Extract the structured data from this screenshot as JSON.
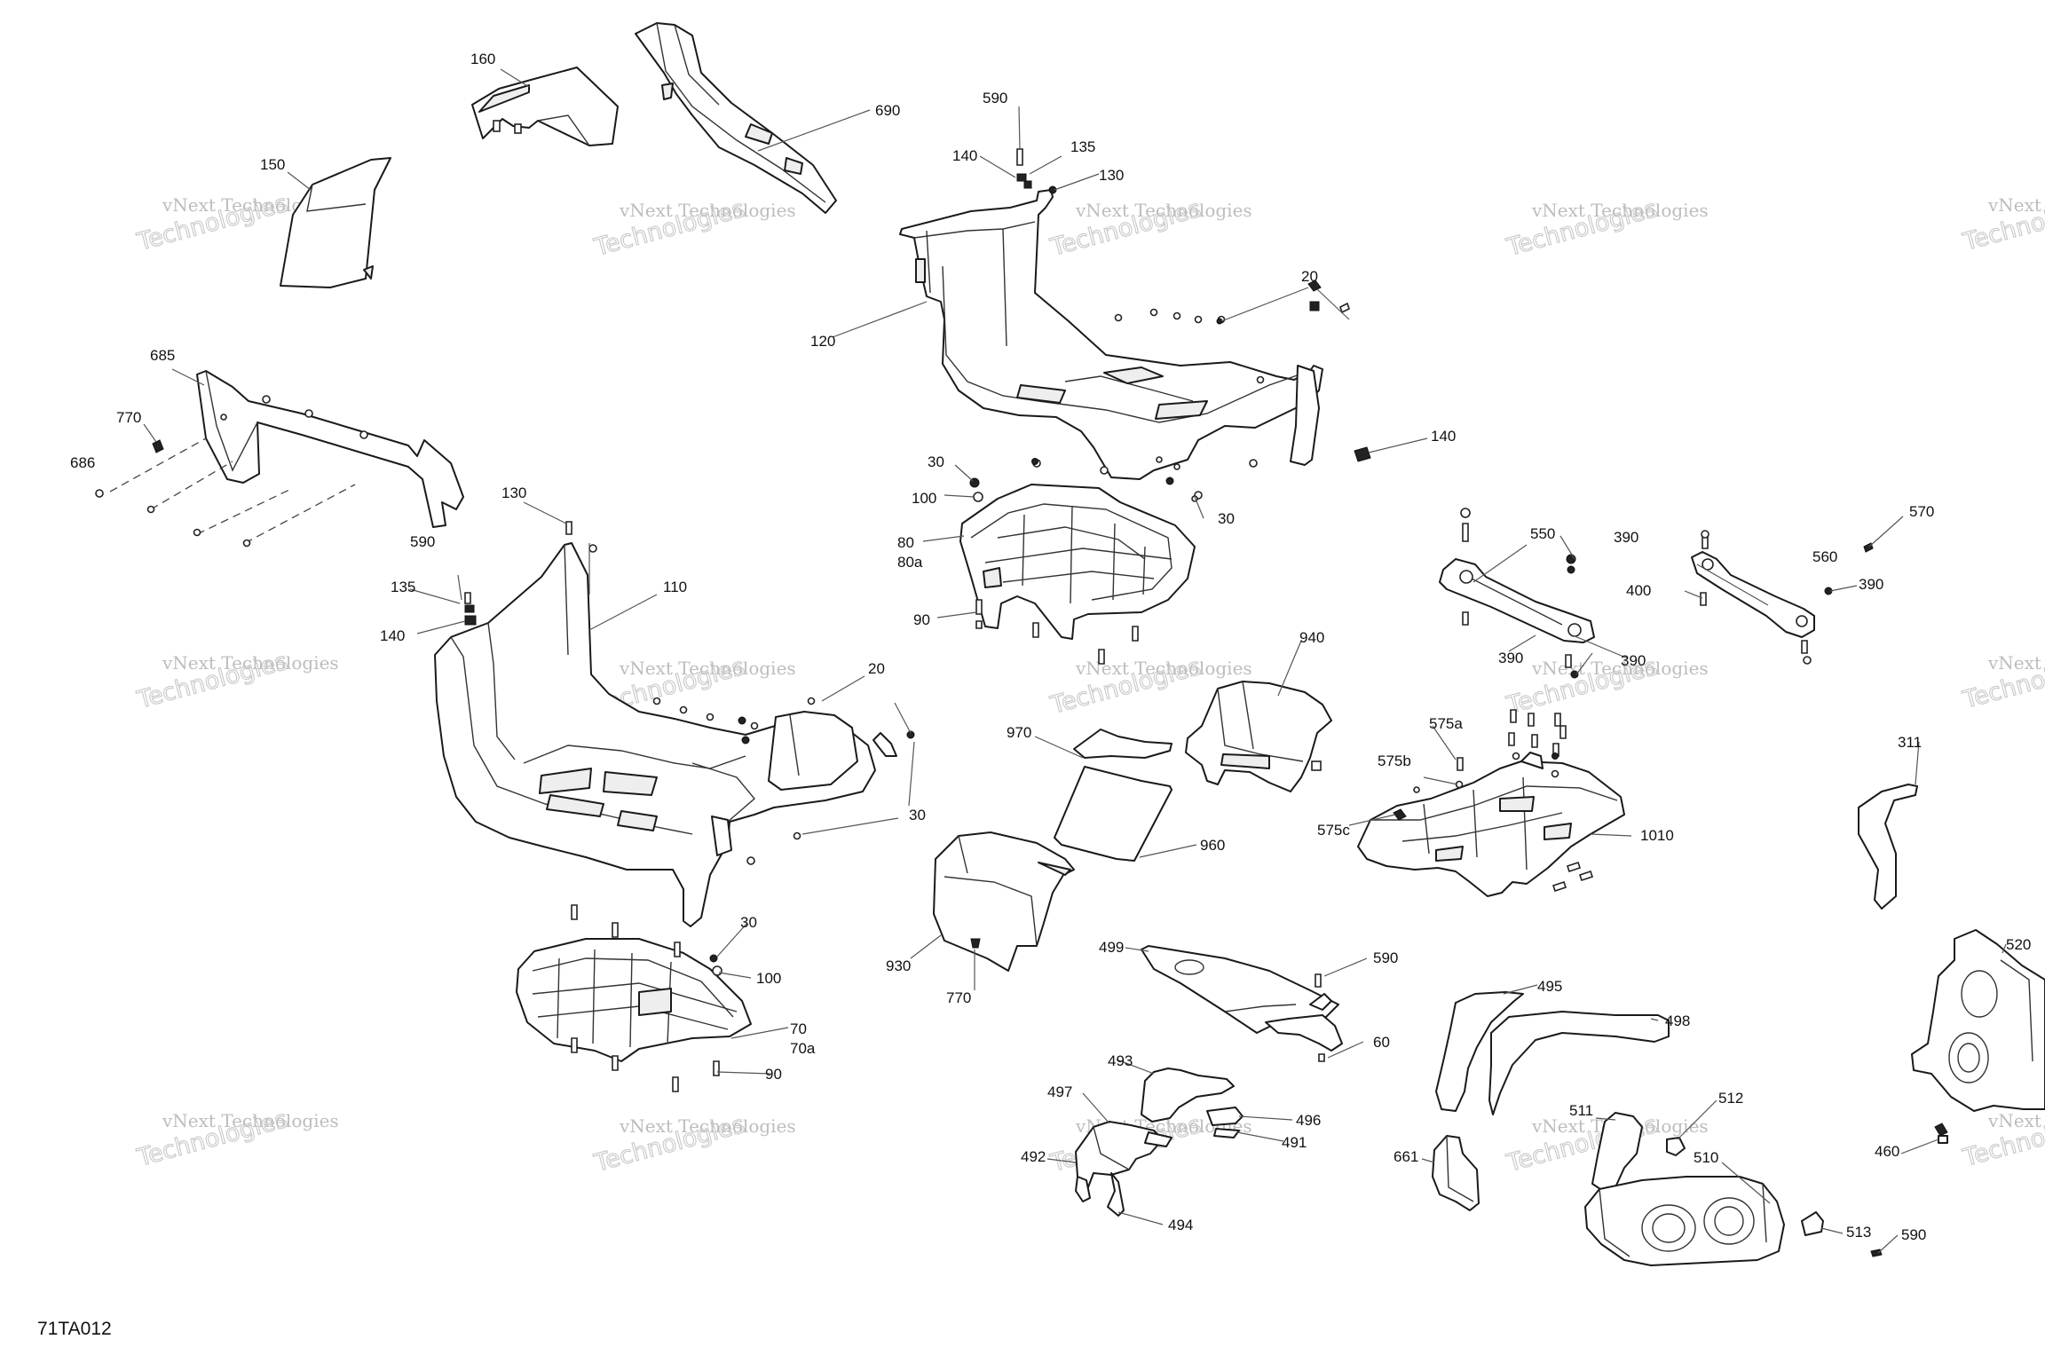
{
  "diagram": {
    "code": "71TA012",
    "watermark": {
      "line1": "vNext Technologies",
      "line2": "Technologies"
    },
    "callouts": [
      "160",
      "690",
      "150",
      "590",
      "135",
      "140",
      "130",
      "120",
      "20",
      "685",
      "770",
      "686",
      "140",
      "30",
      "100",
      "30",
      "80",
      "80a",
      "90",
      "130",
      "590",
      "135",
      "140",
      "110",
      "20",
      "30",
      "550",
      "390",
      "570",
      "560",
      "400",
      "390",
      "390",
      "390",
      "940",
      "970",
      "575a",
      "575b",
      "575c",
      "1010",
      "960",
      "311",
      "30",
      "100",
      "70",
      "70a",
      "90",
      "930",
      "770",
      "499",
      "590",
      "60",
      "495",
      "498",
      "520",
      "493",
      "497",
      "496",
      "491",
      "492",
      "494",
      "511",
      "512",
      "661",
      "460",
      "510",
      "513",
      "590"
    ]
  }
}
